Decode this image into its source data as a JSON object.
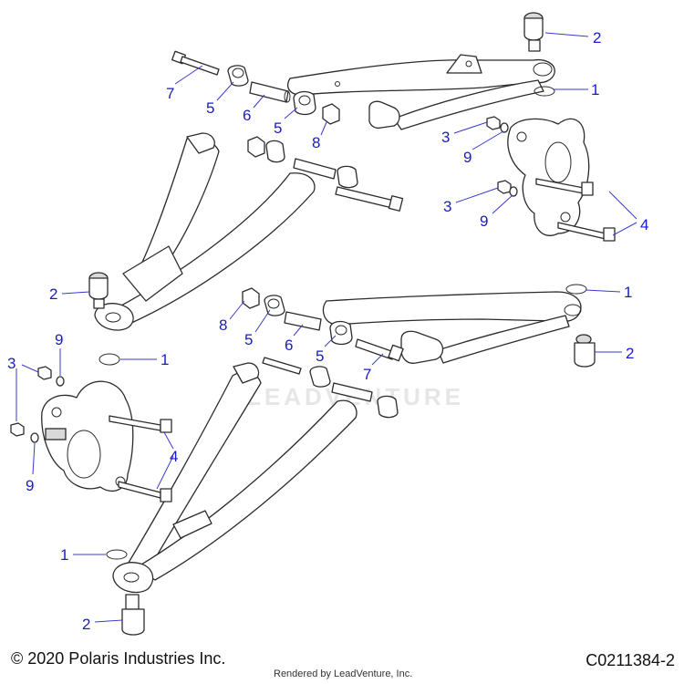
{
  "colors": {
    "callout": "#1a1acc",
    "leader": "#3a3acc",
    "line": "#2b2b2b"
  },
  "callouts": [
    {
      "label": "2"
    },
    {
      "label": "1"
    },
    {
      "label": "7"
    },
    {
      "label": "5"
    },
    {
      "label": "6"
    },
    {
      "label": "5"
    },
    {
      "label": "8"
    },
    {
      "label": "3"
    },
    {
      "label": "9"
    },
    {
      "label": "3"
    },
    {
      "label": "9"
    },
    {
      "label": "4"
    },
    {
      "label": "2"
    },
    {
      "label": "1"
    },
    {
      "label": "8"
    },
    {
      "label": "5"
    },
    {
      "label": "6"
    },
    {
      "label": "5"
    },
    {
      "label": "7"
    },
    {
      "label": "2"
    },
    {
      "label": "9"
    },
    {
      "label": "3"
    },
    {
      "label": "1"
    },
    {
      "label": "4"
    },
    {
      "label": "9"
    },
    {
      "label": "1"
    },
    {
      "label": "2"
    }
  ],
  "watermark": "LEADVENTURE",
  "footer": {
    "copyright": "© 2020 Polaris Industries Inc.",
    "rendered_by": "Rendered by LeadVenture, Inc.",
    "drawing_id": "C0211384-2"
  }
}
